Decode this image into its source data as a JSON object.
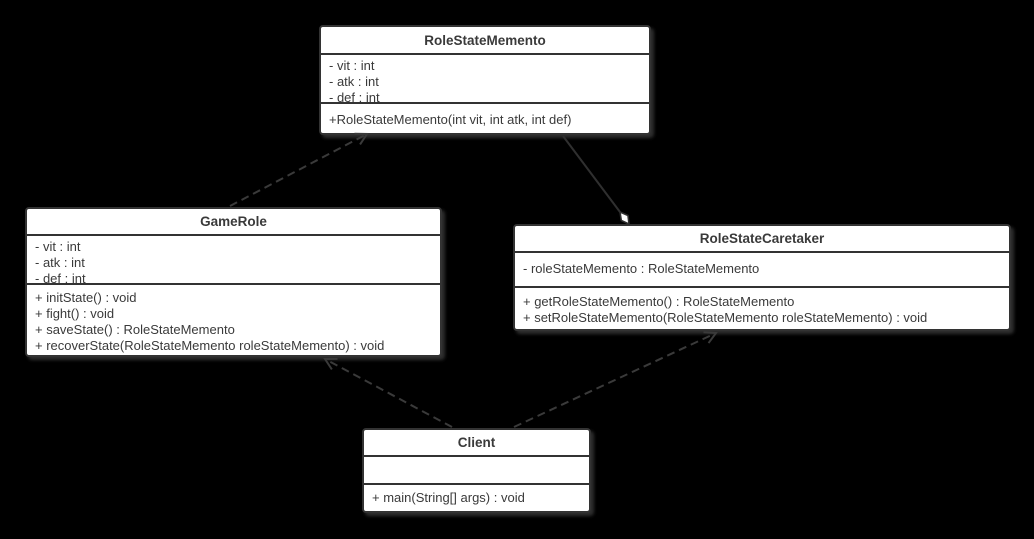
{
  "diagram": {
    "title": "Memento pattern class diagram",
    "colors": {
      "background": "#000000",
      "box_fill": "#ffffff",
      "box_border": "#333333",
      "text": "#3a3a3a",
      "line": "#3a3a3a"
    },
    "classes": {
      "roleStateMemento": {
        "name": "RoleStateMemento",
        "attributes": [
          "- vit : int",
          "- atk : int",
          "- def : int"
        ],
        "methods": [
          "+RoleStateMemento(int vit, int atk, int def)"
        ]
      },
      "gameRole": {
        "name": "GameRole",
        "attributes": [
          "- vit : int",
          "- atk : int",
          "- def : int"
        ],
        "methods": [
          "+ initState() : void",
          "+ fight() : void",
          "+ saveState() : RoleStateMemento",
          "+ recoverState(RoleStateMemento roleStateMemento) : void"
        ]
      },
      "roleStateCaretaker": {
        "name": "RoleStateCaretaker",
        "attributes": [
          "- roleStateMemento : RoleStateMemento"
        ],
        "methods": [
          "+ getRoleStateMemento() : RoleStateMemento",
          "+ setRoleStateMemento(RoleStateMemento roleStateMemento) : void"
        ]
      },
      "client": {
        "name": "Client",
        "attributes": [],
        "methods": [
          "+ main(String[] args) : void"
        ]
      }
    },
    "relationships": [
      {
        "from": "GameRole",
        "to": "RoleStateMemento",
        "type": "dependency",
        "line": "dashed",
        "arrowhead": "open"
      },
      {
        "from": "RoleStateCaretaker",
        "to": "RoleStateMemento",
        "type": "aggregation",
        "line": "solid",
        "arrowhead": "hollow-diamond"
      },
      {
        "from": "Client",
        "to": "GameRole",
        "type": "dependency",
        "line": "dashed",
        "arrowhead": "open"
      },
      {
        "from": "Client",
        "to": "RoleStateCaretaker",
        "type": "dependency",
        "line": "dashed",
        "arrowhead": "open"
      }
    ]
  }
}
